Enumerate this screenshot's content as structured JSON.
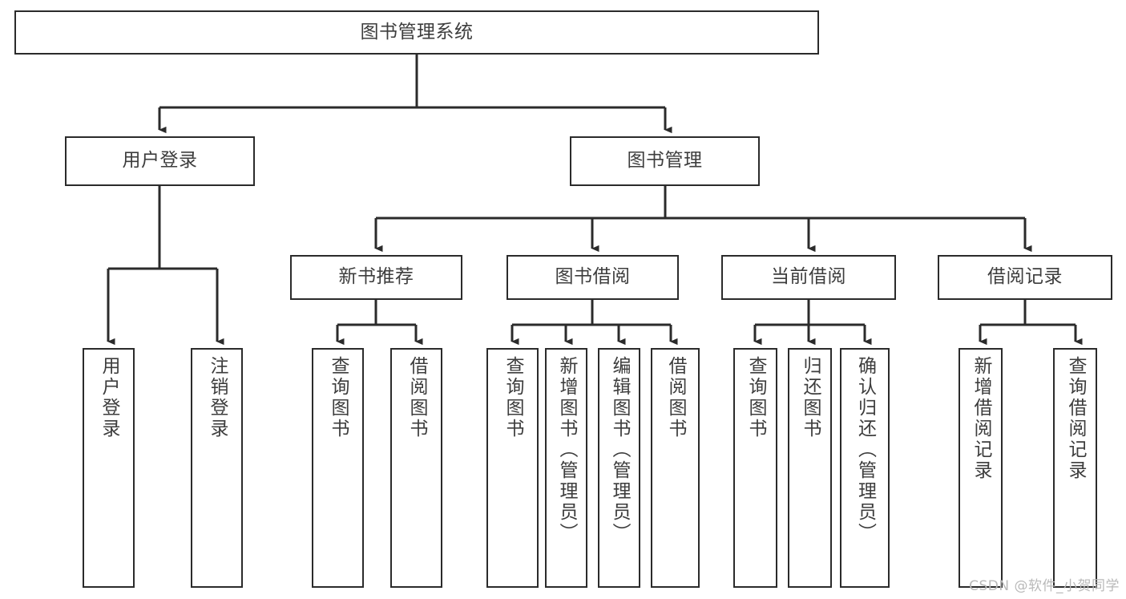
{
  "diagram": {
    "title": "图书管理系统",
    "type": "tree-hierarchy-chart",
    "stroke_color": "#2b2b2b",
    "text_color": "#3d3d3d",
    "background_color": "#ffffff",
    "root": {
      "label": "图书管理系统"
    },
    "level2": [
      {
        "label": "用户登录"
      },
      {
        "label": "图书管理"
      }
    ],
    "level3": [
      {
        "label": "新书推荐"
      },
      {
        "label": "图书借阅"
      },
      {
        "label": "当前借阅"
      },
      {
        "label": "借阅记录"
      }
    ],
    "leaves": [
      {
        "label": "用户登录"
      },
      {
        "label": "注销登录"
      },
      {
        "label": "查询图书"
      },
      {
        "label": "借阅图书"
      },
      {
        "label": "查询图书"
      },
      {
        "label": "新增图书（管理员）"
      },
      {
        "label": "编辑图书（管理员）"
      },
      {
        "label": "借阅图书"
      },
      {
        "label": "查询图书"
      },
      {
        "label": "归还图书"
      },
      {
        "label": "确认归还（管理员）"
      },
      {
        "label": "新增借阅记录"
      },
      {
        "label": "查询借阅记录"
      }
    ]
  },
  "watermark": {
    "text": "CSDN @软件_小贺同学"
  }
}
